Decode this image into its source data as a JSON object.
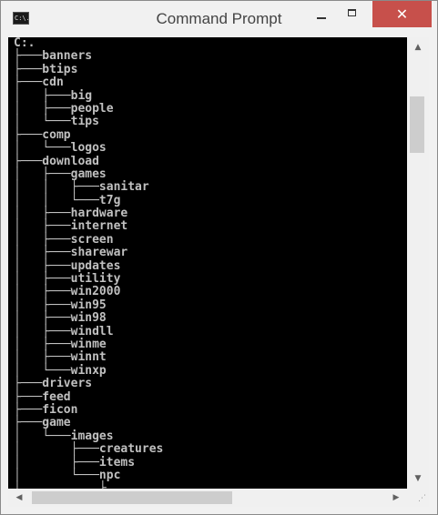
{
  "window": {
    "title": "Command Prompt",
    "app_icon_text": "C:\\.",
    "minimize_glyph": "—",
    "maximize_glyph": "☐",
    "close_glyph": "✕"
  },
  "console": {
    "lines": [
      "C:.",
      "├───banners",
      "├───btips",
      "├───cdn",
      "│   ├───big",
      "│   ├───people",
      "│   └───tips",
      "├───comp",
      "│   └───logos",
      "├───download",
      "│   ├───games",
      "│   │   ├───sanitar",
      "│   │   └───t7g",
      "│   ├───hardware",
      "│   ├───internet",
      "│   ├───screen",
      "│   ├───sharewar",
      "│   ├───updates",
      "│   ├───utility",
      "│   ├───win2000",
      "│   ├───win95",
      "│   ├───win98",
      "│   ├───windll",
      "│   ├───winme",
      "│   ├───winnt",
      "│   └───winxp",
      "├───drivers",
      "├───feed",
      "├───ficon",
      "├───game",
      "│   └───images",
      "│       ├───creatures",
      "│       ├───items",
      "│       └───npc",
      "│           ├"
    ]
  },
  "scrollbars": {
    "up_arrow": "▲",
    "down_arrow": "▼",
    "left_arrow": "◀",
    "right_arrow": "▶"
  },
  "colors": {
    "console_background": "#000000",
    "console_text": "#c0c0c0",
    "close_button": "#c7504b",
    "titlebar": "#f1f1f1"
  }
}
